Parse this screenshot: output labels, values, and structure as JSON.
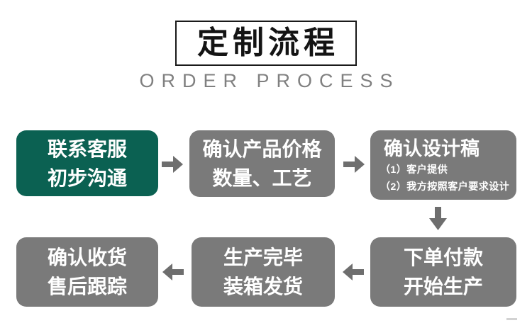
{
  "header": {
    "title": "定制流程",
    "subtitle": "ORDER PROCESS"
  },
  "flow": {
    "steps": [
      {
        "id": 1,
        "lines": [
          "联系客服",
          "初步沟通"
        ],
        "highlight": true
      },
      {
        "id": 2,
        "lines": [
          "确认产品价格",
          "数量、工艺"
        ],
        "highlight": false
      },
      {
        "id": 3,
        "title": "确认设计稿",
        "items": [
          "（1）客户提供",
          "（2）我方按照客户要求设计"
        ],
        "highlight": false
      },
      {
        "id": 4,
        "lines": [
          "下单付款",
          "开始生产"
        ],
        "highlight": false
      },
      {
        "id": 5,
        "lines": [
          "生产完毕",
          "装箱发货"
        ],
        "highlight": false
      },
      {
        "id": 6,
        "lines": [
          "确认收货",
          "售后跟踪"
        ],
        "highlight": false
      }
    ],
    "arrows": [
      {
        "from": 1,
        "to": 2,
        "direction": "right"
      },
      {
        "from": 2,
        "to": 3,
        "direction": "right"
      },
      {
        "from": 3,
        "to": 4,
        "direction": "down"
      },
      {
        "from": 4,
        "to": 5,
        "direction": "left"
      },
      {
        "from": 5,
        "to": 6,
        "direction": "left"
      }
    ]
  },
  "colors": {
    "step_highlight": "#0b6152",
    "step_gray": "#7a7a7a",
    "arrow": "#6e6e6e",
    "title": "#141414",
    "subtitle": "#808080"
  }
}
